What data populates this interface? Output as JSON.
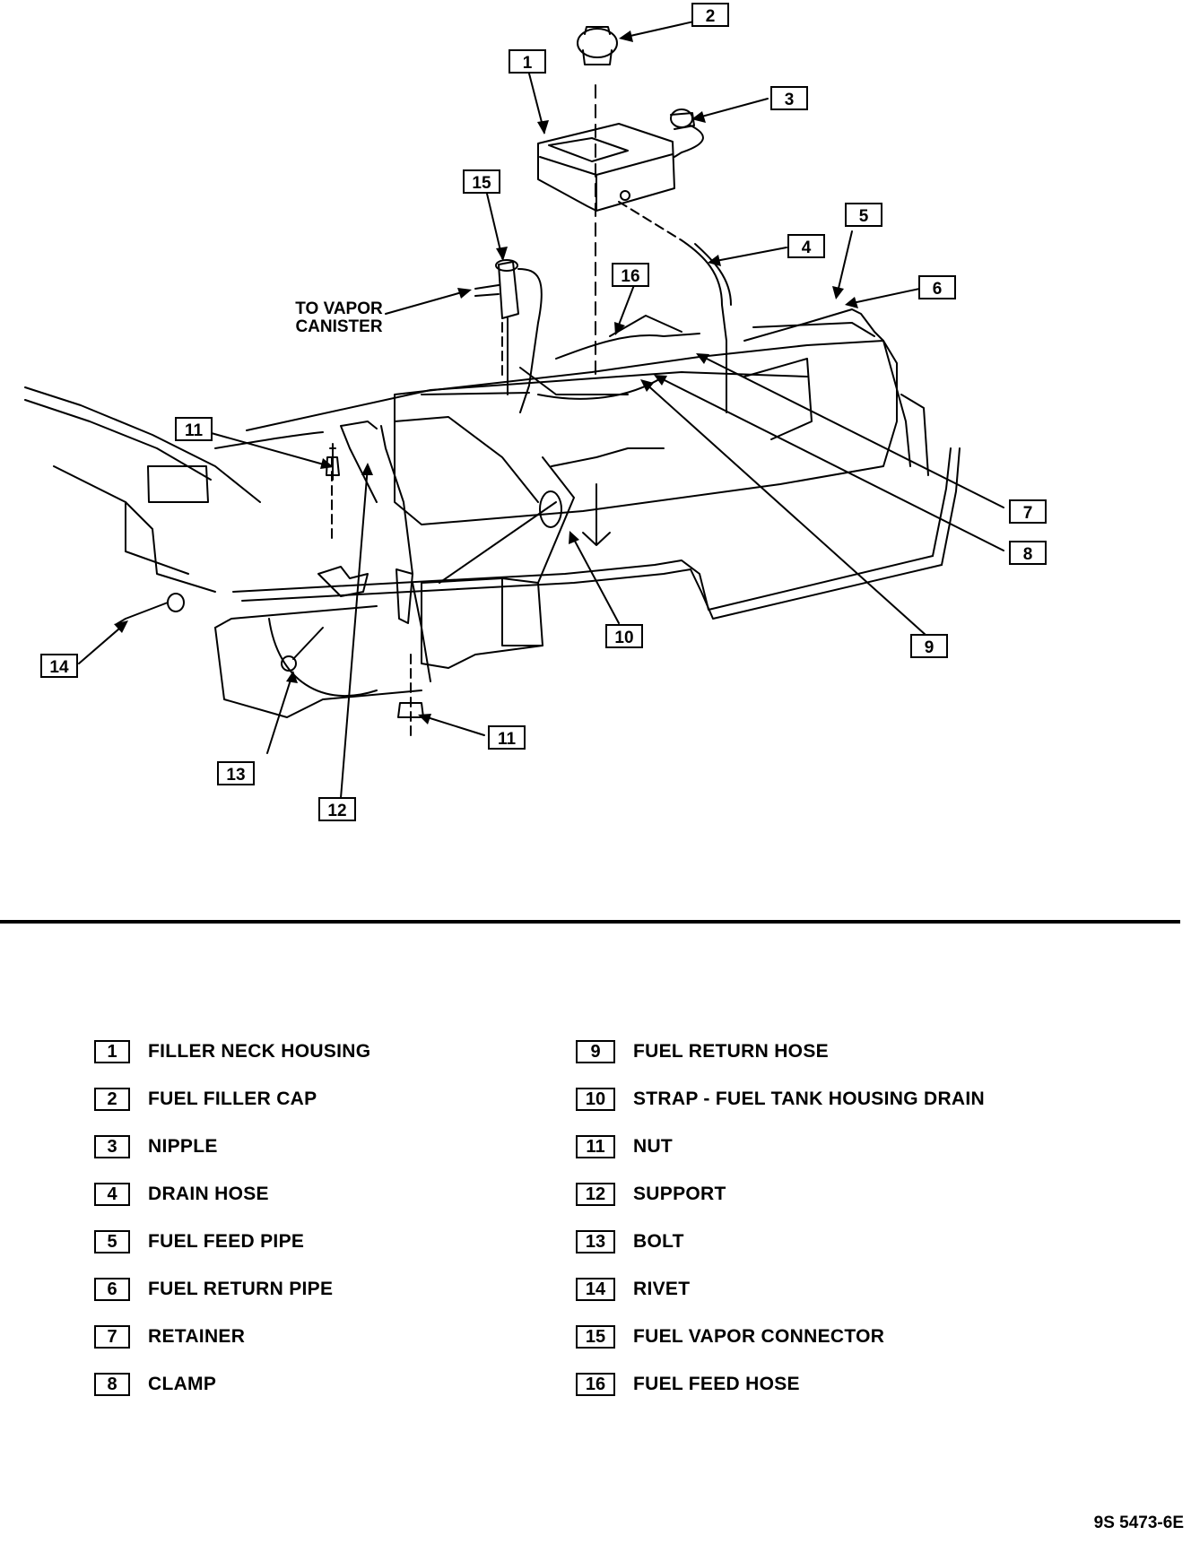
{
  "diagram": {
    "callouts": [
      "1",
      "2",
      "3",
      "4",
      "5",
      "6",
      "7",
      "8",
      "9",
      "10",
      "11",
      "12",
      "13",
      "14",
      "15",
      "16",
      "11"
    ],
    "vapor_label_line1": "TO VAPOR",
    "vapor_label_line2": "CANISTER"
  },
  "legend": [
    {
      "num": "1",
      "label": "FILLER NECK HOUSING"
    },
    {
      "num": "2",
      "label": "FUEL FILLER CAP"
    },
    {
      "num": "3",
      "label": "NIPPLE"
    },
    {
      "num": "4",
      "label": "DRAIN HOSE"
    },
    {
      "num": "5",
      "label": "FUEL FEED PIPE"
    },
    {
      "num": "6",
      "label": "FUEL RETURN PIPE"
    },
    {
      "num": "7",
      "label": "RETAINER"
    },
    {
      "num": "8",
      "label": "CLAMP"
    },
    {
      "num": "9",
      "label": "FUEL RETURN HOSE"
    },
    {
      "num": "10",
      "label": "STRAP - FUEL TANK HOUSING DRAIN"
    },
    {
      "num": "11",
      "label": "NUT"
    },
    {
      "num": "12",
      "label": "SUPPORT"
    },
    {
      "num": "13",
      "label": "BOLT"
    },
    {
      "num": "14",
      "label": "RIVET"
    },
    {
      "num": "15",
      "label": "FUEL VAPOR CONNECTOR"
    },
    {
      "num": "16",
      "label": "FUEL FEED HOSE"
    }
  ],
  "figure_id": "9S 5473-6E"
}
